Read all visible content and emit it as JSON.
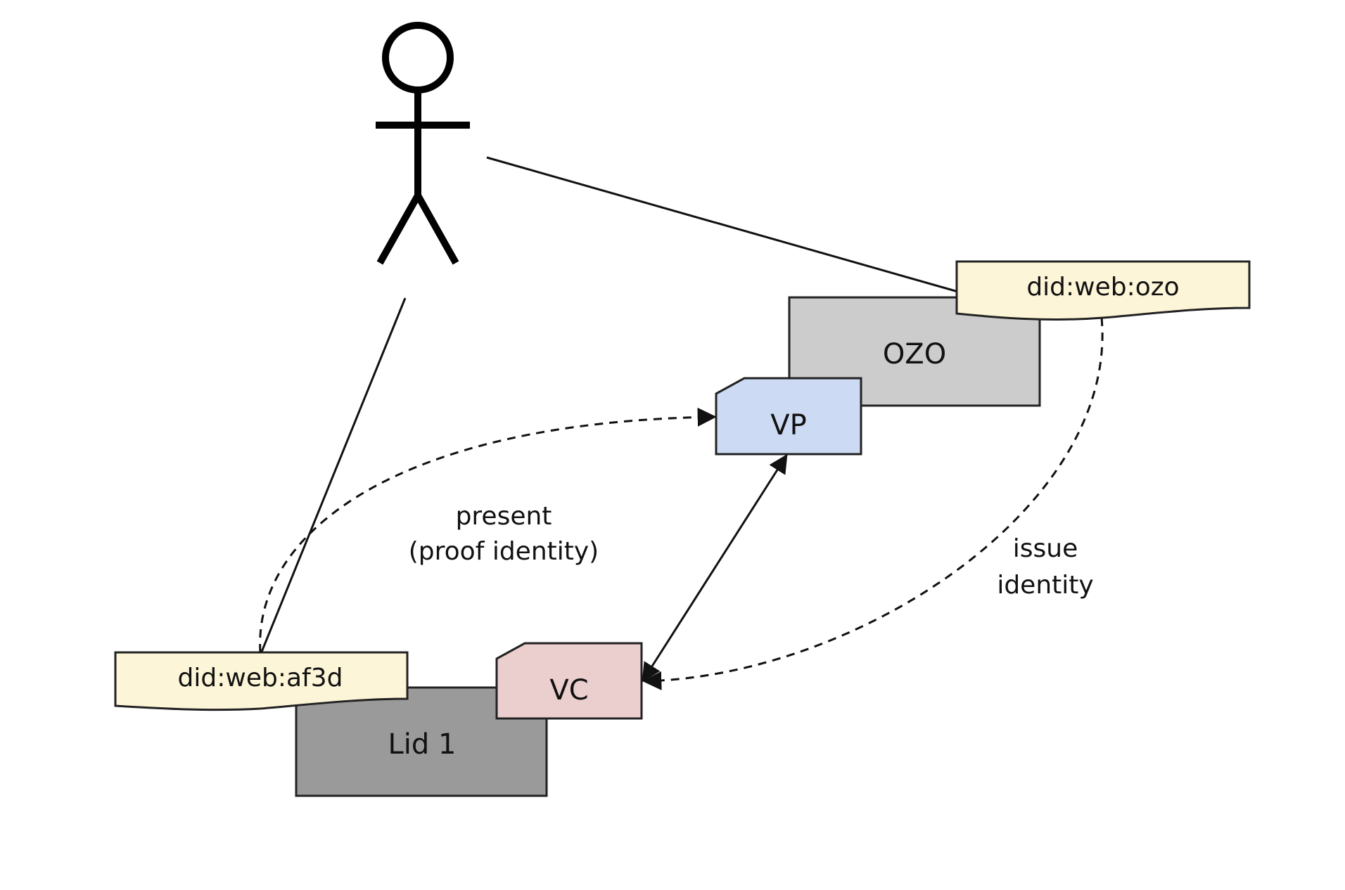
{
  "nodes": {
    "person": {
      "icon": "person-icon"
    },
    "ozo": {
      "label": "OZO",
      "color": "#cccccc"
    },
    "lid1": {
      "label": "Lid 1",
      "color": "#9a9a9a"
    },
    "vp": {
      "label": "VP",
      "color": "#cddaf3"
    },
    "vc": {
      "label": "VC",
      "color": "#ebcfce"
    },
    "did_ozo": {
      "label": "did:web:ozo",
      "color": "#fdf5d7"
    },
    "did_af3d": {
      "label": "did:web:af3d",
      "color": "#fdf5d7"
    }
  },
  "edges": {
    "present": {
      "line1": "present",
      "line2": "(proof identity)"
    },
    "issue": {
      "line1": "issue",
      "line2": "identity"
    }
  }
}
